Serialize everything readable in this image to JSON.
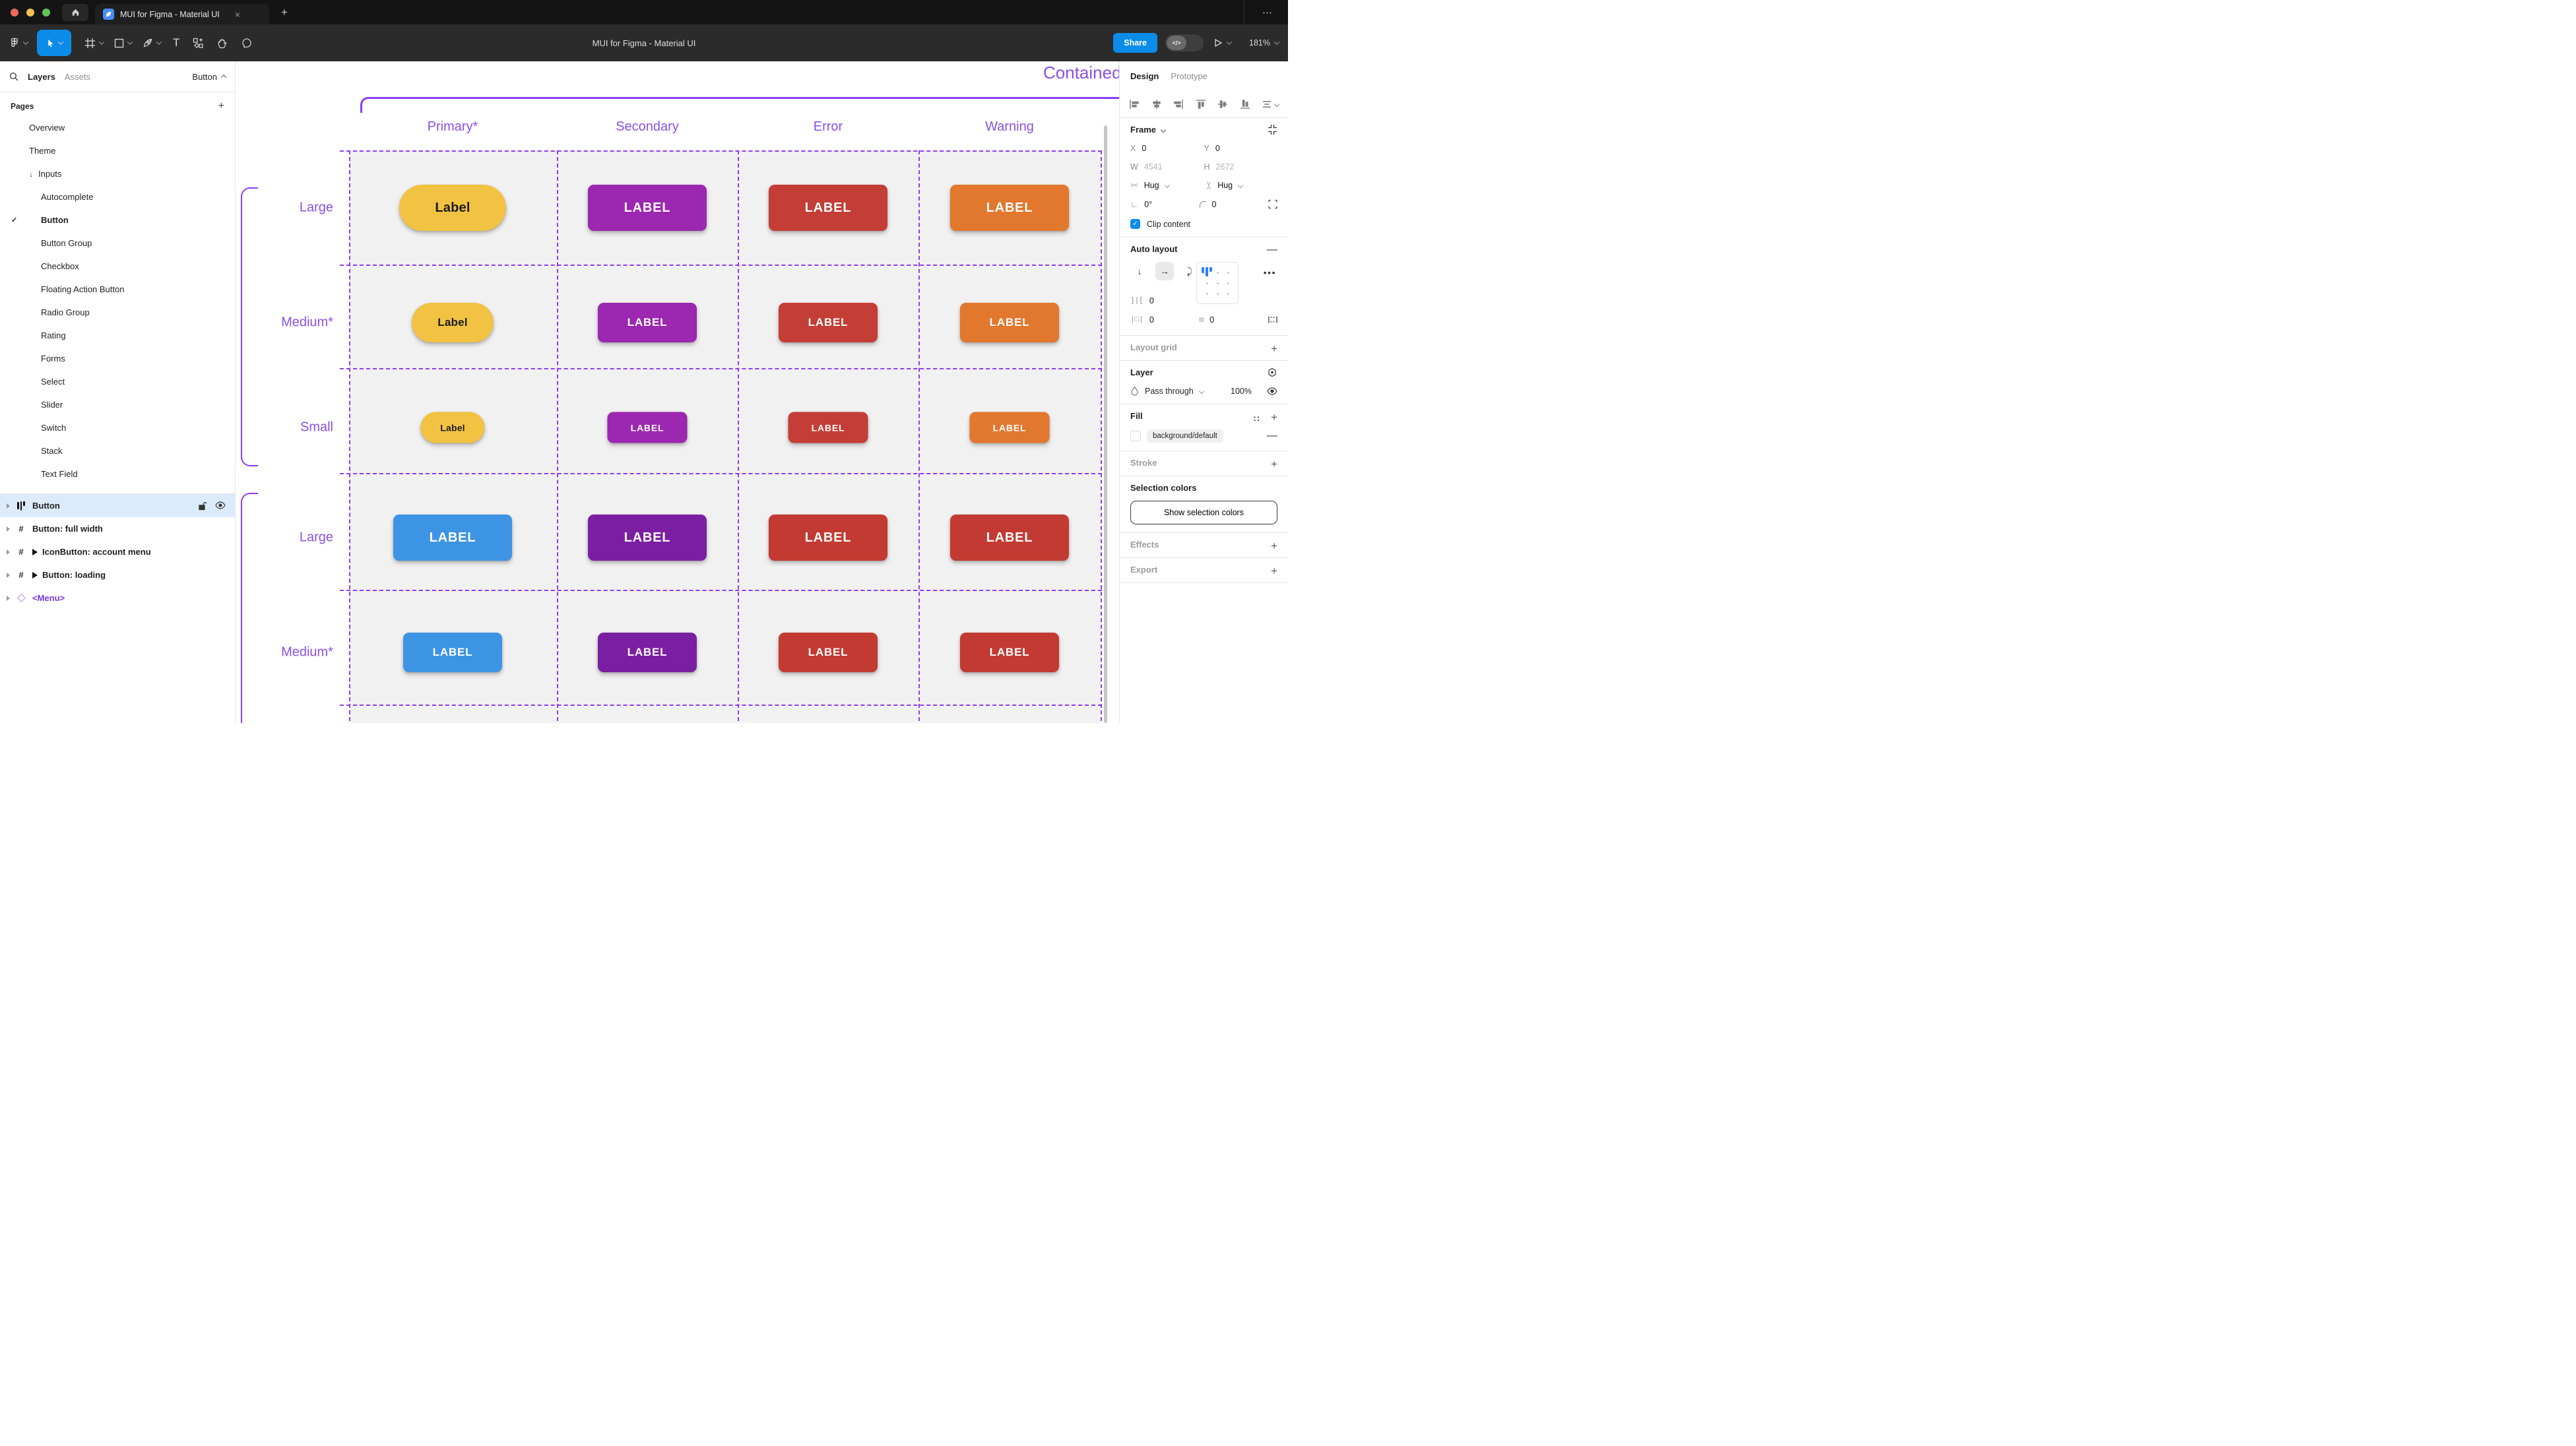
{
  "tab_bar": {
    "tab_title": "MUI for Figma - Material UI",
    "close": "×",
    "new_tab": "+",
    "overflow": "⋯"
  },
  "toolbar": {
    "title": "MUI for Figma - Material UI",
    "share": "Share",
    "dev_toggle": "</>",
    "zoom": "181%"
  },
  "left_panel": {
    "tab_layers": "Layers",
    "tab_assets": "Assets",
    "page_indicator": "Button",
    "pages_header": "Pages",
    "pages": [
      {
        "label": "Overview",
        "level": 1
      },
      {
        "label": "Theme",
        "level": 1
      },
      {
        "label": "Inputs",
        "level": 1,
        "arrow": "↓"
      },
      {
        "label": "Autocomplete",
        "level": 2
      },
      {
        "label": "Button",
        "level": 2,
        "checked": "✓",
        "bold": true
      },
      {
        "label": "Button Group",
        "level": 2
      },
      {
        "label": "Checkbox",
        "level": 2
      },
      {
        "label": "Floating Action Button",
        "level": 2
      },
      {
        "label": "Radio Group",
        "level": 2
      },
      {
        "label": "Rating",
        "level": 2
      },
      {
        "label": "Forms",
        "level": 2
      },
      {
        "label": "Select",
        "level": 2
      },
      {
        "label": "Slider",
        "level": 2
      },
      {
        "label": "Switch",
        "level": 2
      },
      {
        "label": "Stack",
        "level": 2
      },
      {
        "label": "Text Field",
        "level": 2
      }
    ],
    "layers": [
      {
        "label": "Button",
        "icon": "autolayout",
        "selected": true
      },
      {
        "label": "Button: full width",
        "icon": "frame"
      },
      {
        "label": "IconButton: account menu",
        "icon": "frame",
        "expander": true
      },
      {
        "label": "Button: loading",
        "icon": "frame",
        "expander": true
      },
      {
        "label": "<Menu>",
        "icon": "component",
        "purple": true
      }
    ]
  },
  "canvas": {
    "section_title": "Contained",
    "columns": [
      "Primary*",
      "Secondary",
      "Error",
      "Warning"
    ],
    "row_labels": [
      "Large",
      "Medium*",
      "Small",
      "Large",
      "Medium*"
    ],
    "accent_line": "#8B3DF6",
    "accent_text": "#8A4FE8",
    "cell_bg": "#F2F1F1",
    "button_rows": [
      {
        "size": "large",
        "buttons": [
          {
            "text": "Label",
            "bg": "#F2C242",
            "fg": "#1C1C1C",
            "pill": true
          },
          {
            "text": "LABEL",
            "bg": "#9C27B0"
          },
          {
            "text": "LABEL",
            "bg": "#C43D36"
          },
          {
            "text": "LABEL",
            "bg": "#E2772E"
          }
        ]
      },
      {
        "size": "medium",
        "buttons": [
          {
            "text": "Label",
            "bg": "#F2C242",
            "fg": "#1C1C1C",
            "pill": true
          },
          {
            "text": "LABEL",
            "bg": "#9C27B0"
          },
          {
            "text": "LABEL",
            "bg": "#C43D36"
          },
          {
            "text": "LABEL",
            "bg": "#E2772E"
          }
        ]
      },
      {
        "size": "small",
        "buttons": [
          {
            "text": "Label",
            "bg": "#F2C242",
            "fg": "#1C1C1C",
            "pill": true
          },
          {
            "text": "LABEL",
            "bg": "#9C27B0"
          },
          {
            "text": "LABEL",
            "bg": "#C43D36"
          },
          {
            "text": "LABEL",
            "bg": "#E2772E"
          }
        ]
      },
      {
        "size": "large",
        "buttons": [
          {
            "text": "LABEL",
            "bg": "#3D94E4"
          },
          {
            "text": "LABEL",
            "bg": "#7B1FA2"
          },
          {
            "text": "LABEL",
            "bg": "#C23A31"
          },
          {
            "text": "LABEL",
            "bg": "#C23A31"
          }
        ]
      },
      {
        "size": "medium",
        "buttons": [
          {
            "text": "LABEL",
            "bg": "#3D94E4"
          },
          {
            "text": "LABEL",
            "bg": "#7B1FA2"
          },
          {
            "text": "LABEL",
            "bg": "#C23A31"
          },
          {
            "text": "LABEL",
            "bg": "#C23A31"
          }
        ]
      }
    ]
  },
  "right_panel": {
    "tab_design": "Design",
    "tab_prototype": "Prototype",
    "frame_section": "Frame",
    "x_label": "X",
    "x_value": "0",
    "y_label": "Y",
    "y_value": "0",
    "w_label": "W",
    "w_value": "4541",
    "h_label": "H",
    "h_value": "2672",
    "hug_h": "Hug",
    "hug_v": "Hug",
    "rotation": "0°",
    "corner_radius": "0",
    "clip_content": "Clip content",
    "auto_layout": "Auto layout",
    "gap_value": "0",
    "padding_h": "0",
    "padding_v": "0",
    "gap_icon": "]|[",
    "pad_icon": "|□|",
    "pad_icon_v": "⊡",
    "layout_grid": "Layout grid",
    "layer_section": "Layer",
    "blend_mode": "Pass through",
    "opacity": "100%",
    "fill_section": "Fill",
    "fill_value": "background/default",
    "stroke_section": "Stroke",
    "selection_colors": "Selection colors",
    "show_selection_colors": "Show selection colors",
    "effects_section": "Effects",
    "export_section": "Export"
  }
}
